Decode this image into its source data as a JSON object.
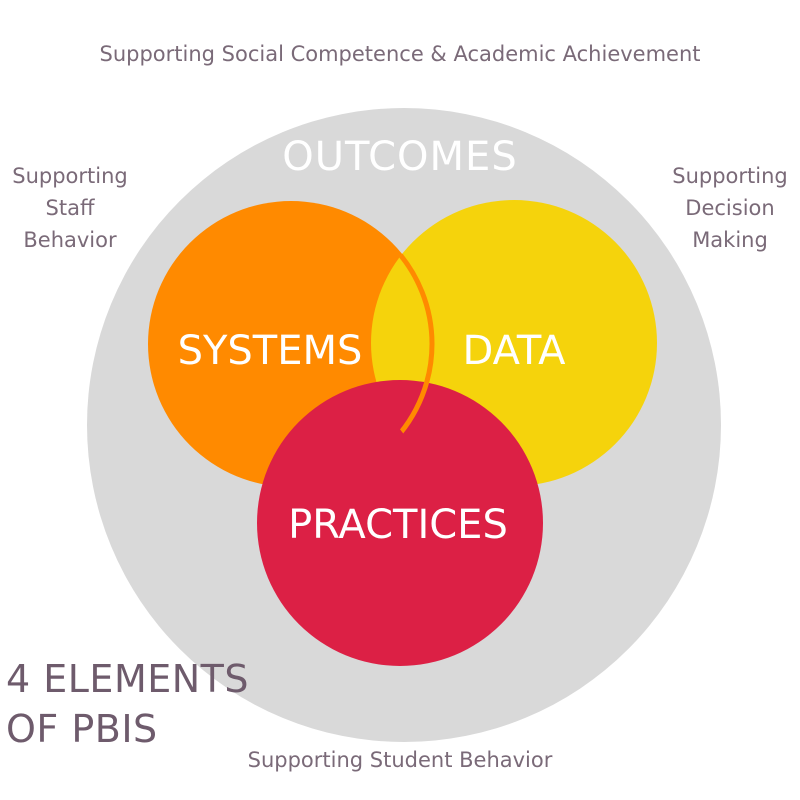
{
  "outer_caption_top": "Supporting Social Competence & Academic Achievement",
  "outer_caption_left": [
    "Supporting",
    "Staff",
    "Behavior"
  ],
  "outer_caption_right": [
    "Supporting",
    "Decision",
    "Making"
  ],
  "outer_caption_bottom": "Supporting Student Behavior",
  "outer_circle_label": "OUTCOMES",
  "circles": {
    "systems": {
      "label": "SYSTEMS",
      "color": "#ff8a00"
    },
    "data": {
      "label": "DATA",
      "color": "#f5d30c"
    },
    "practices": {
      "label": "PRACTICES",
      "color": "#dc2045"
    }
  },
  "outcomes_color": "#d9d9d9",
  "title_lines": [
    "4 ELEMENTS",
    "OF PBIS"
  ],
  "colors": {
    "caption_text": "#7a6a78",
    "title_text": "#6e5b6c"
  }
}
